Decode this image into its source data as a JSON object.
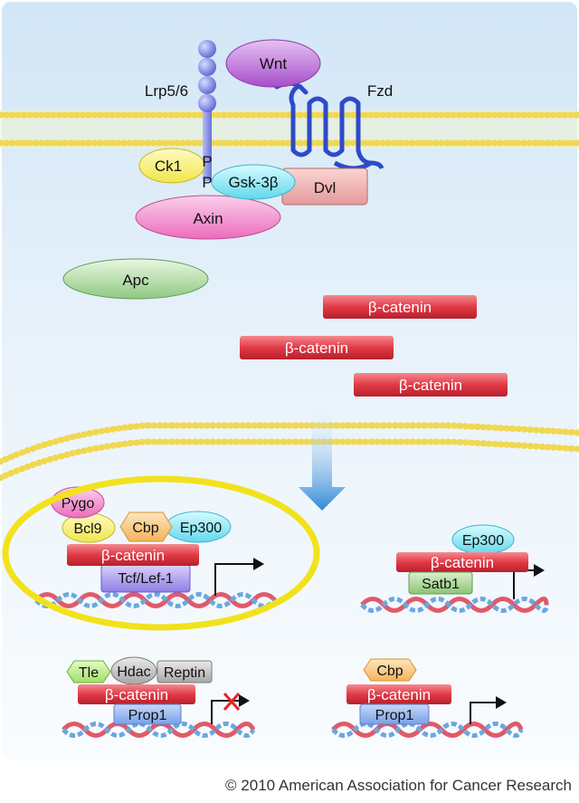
{
  "labels": {
    "wnt": "Wnt",
    "lrp": "Lrp5/6",
    "fzd": "Fzd",
    "ck1": "Ck1",
    "p1": "P",
    "p2": "P",
    "gsk": "Gsk-3β",
    "dvl": "Dvl",
    "axin": "Axin",
    "apc": "Apc",
    "bcat": "β-catenin",
    "pygo": "Pygo",
    "bcl9": "Bcl9",
    "cbp": "Cbp",
    "ep300": "Ep300",
    "tcf": "Tcf/Lef-1",
    "satb1": "Satb1",
    "tle": "Tle",
    "hdac": "Hdac",
    "reptin": "Reptin",
    "prop1": "Prop1"
  },
  "credit": "© 2010 American Association for Cancer Research",
  "colors": {
    "beta_catenin": "#e03a44",
    "highlight_ring": "#f2e21c",
    "membrane": "#f0d850",
    "arrow": "#2f86d8",
    "dna_red": "#e05a6a",
    "dna_blue": "#6aa8e0"
  }
}
